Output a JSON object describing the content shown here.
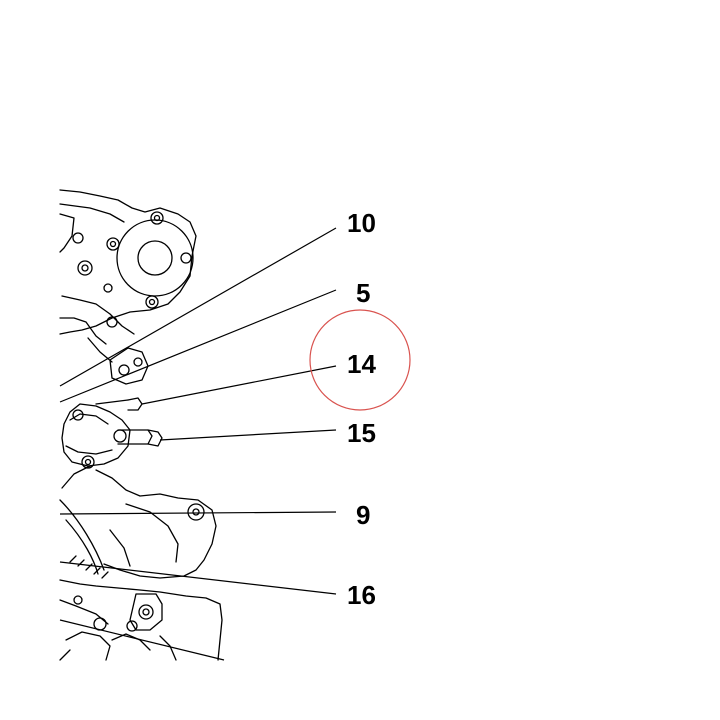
{
  "callouts": [
    {
      "id": "c10",
      "label": "10"
    },
    {
      "id": "c5",
      "label": "5"
    },
    {
      "id": "c14",
      "label": "14",
      "highlighted": true
    },
    {
      "id": "c15",
      "label": "15"
    },
    {
      "id": "c9",
      "label": "9"
    },
    {
      "id": "c16",
      "label": "16"
    }
  ],
  "colors": {
    "line": "#000000",
    "highlight_circle": "#d9534f",
    "background": "#ffffff"
  }
}
